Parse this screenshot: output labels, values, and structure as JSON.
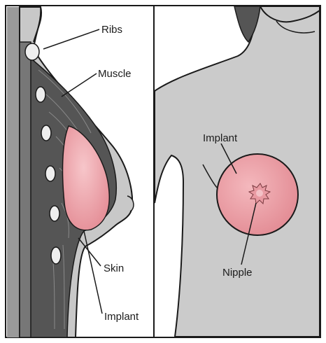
{
  "labels": {
    "ribs": "Ribs",
    "muscle": "Muscle",
    "skin": "Skin",
    "implant_side": "Implant",
    "implant_front": "Implant",
    "nipple": "Nipple"
  },
  "colors": {
    "background": "#ffffff",
    "skin": "#c9c9c9",
    "body_dark": "#8f8f8f",
    "muscle": "#4a4a4a",
    "implant": "#ec9fa5",
    "rib": "#eeeeee",
    "outline": "#1a1a1a"
  }
}
